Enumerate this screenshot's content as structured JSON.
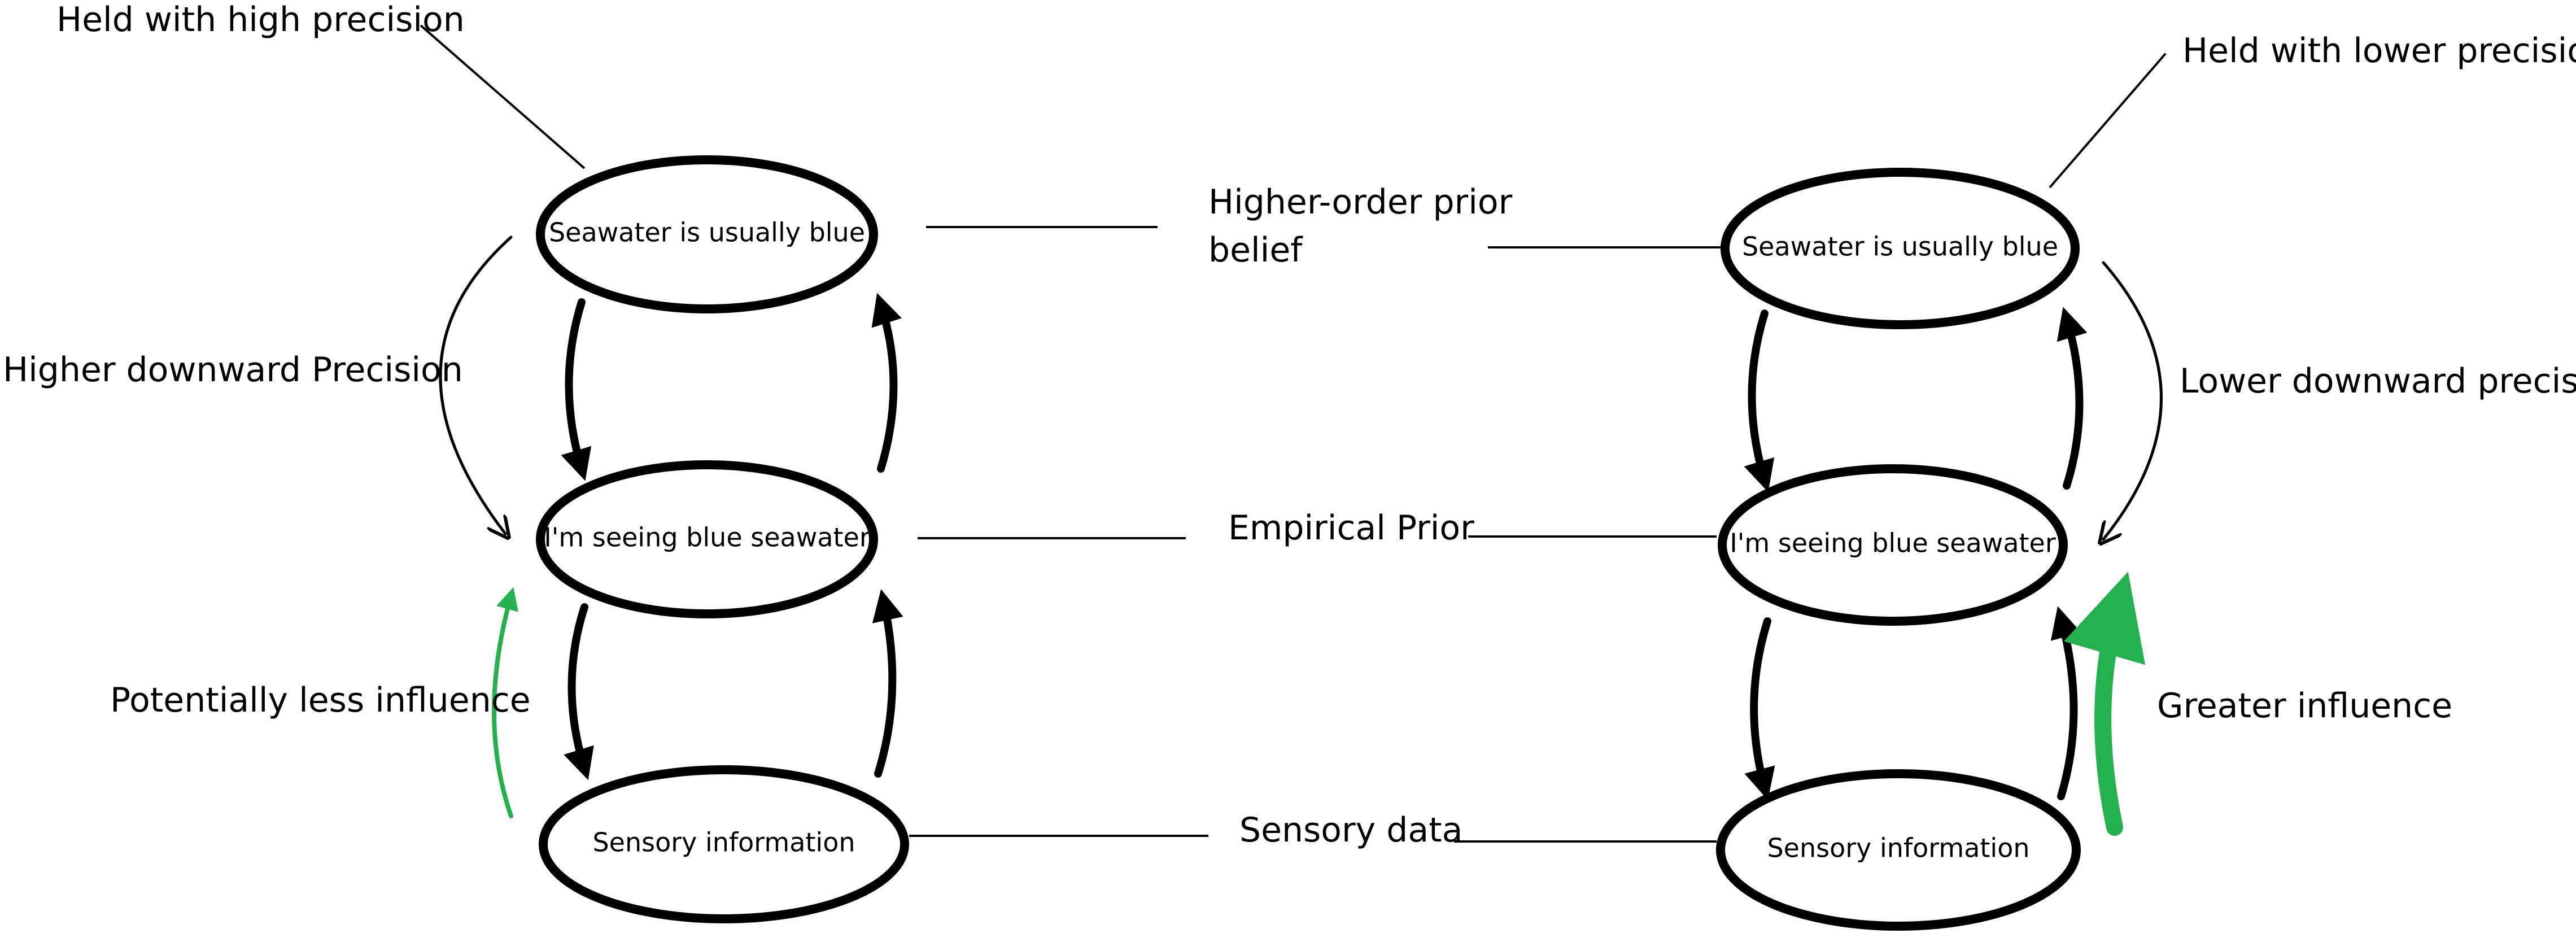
{
  "colors": {
    "ink": "#000000",
    "influence_green": "#22b14c",
    "background": "#ffffff"
  },
  "left_model": {
    "top_node": "Seawater is usually blue",
    "middle_node": "I'm seeing blue seawater",
    "bottom_node": "Sensory information",
    "precision_note": "Held with high precision",
    "downward_label": "Higher downward Precision",
    "influence_label": "Potentially less influence"
  },
  "right_model": {
    "top_node": "Seawater is usually blue",
    "middle_node": "I'm seeing blue seawater",
    "bottom_node": "Sensory information",
    "precision_note": "Held with lower precision",
    "downward_label": "Lower downward precision",
    "influence_label": "Greater influence"
  },
  "levels": {
    "top_line1": "Higher-order prior",
    "top_line2": "belief",
    "middle": "Empirical Prior",
    "bottom": "Sensory data"
  }
}
